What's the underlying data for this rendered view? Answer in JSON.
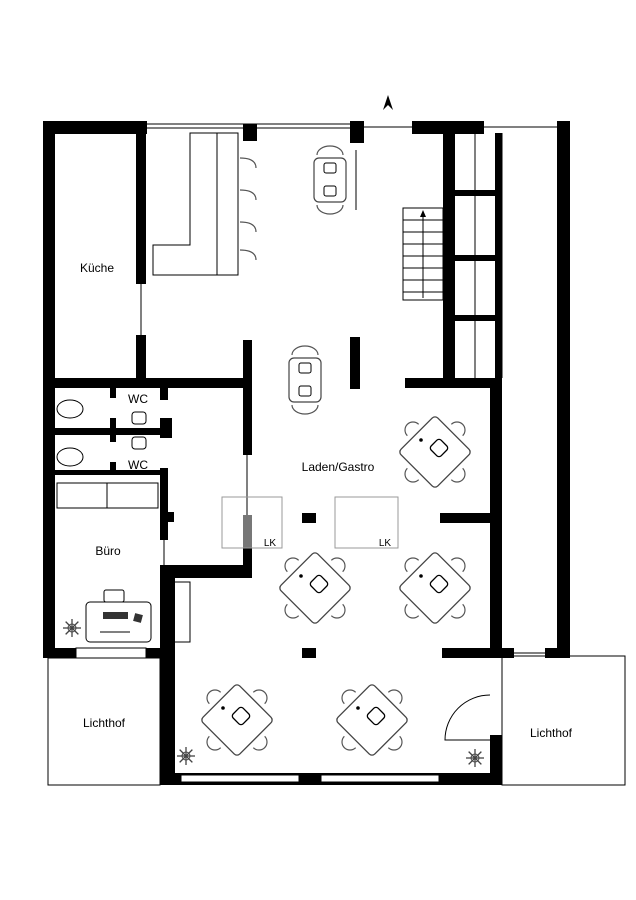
{
  "plan": {
    "rooms": {
      "kitchen": "Küche",
      "wc_1": "WC",
      "wc_2": "WC",
      "office": "Büro",
      "shop": "Laden/Gastro",
      "lightwell_left": "Lichthof",
      "lightwell_right": "Lichthof",
      "lk_1": "LK",
      "lk_2": "LK"
    },
    "entrance_icon": "entrance-arrow-icon",
    "colors": {
      "wall": "#000000",
      "furniture": "#555555",
      "light_shaft": "#999999"
    }
  }
}
